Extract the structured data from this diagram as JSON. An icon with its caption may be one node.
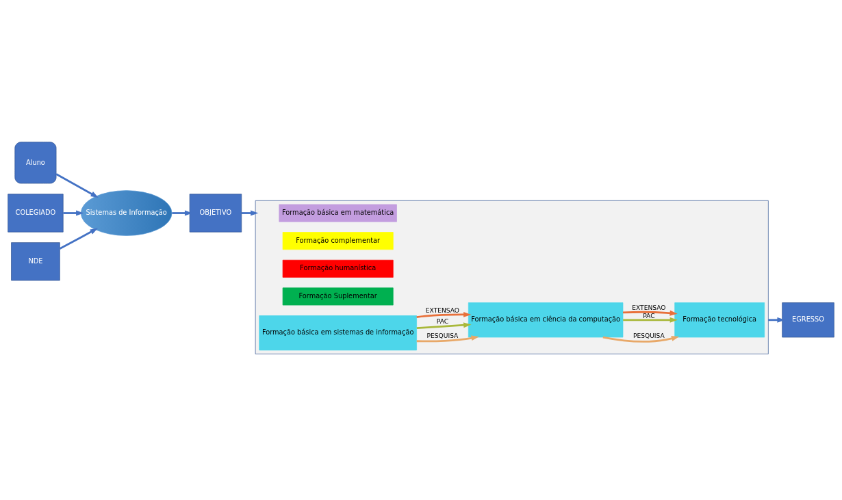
{
  "diagram": {
    "nodes": [
      {
        "text": [
          "Aluno"
        ]
      },
      {
        "text": [
          "Sistemas de Informação"
        ]
      },
      {
        "text": [
          "COLEGIADO"
        ]
      },
      {
        "text": [
          "NDE"
        ]
      },
      {
        "text": [
          "OBJETIVO"
        ]
      },
      {
        "text": [],
        "shape": "box"
      },
      {
        "text": [
          "Formação básica em matemática"
        ],
        "in": 5
      },
      {
        "text": [
          "Formação complementar"
        ],
        "in": 5
      },
      {
        "text": [
          "Formação humanística"
        ],
        "in": 5
      },
      {
        "text": [
          "Formação Suplementar"
        ],
        "in": 5
      },
      {
        "text": [
          "Formação básica em sistemas de informação"
        ],
        "in": 5
      },
      {
        "text": [
          "Formação básica em ciência da computação"
        ],
        "in": 5
      },
      {
        "text": [
          "Formação tecnológica"
        ],
        "in": 5
      },
      {
        "text": [
          "EGRESSO"
        ]
      }
    ],
    "edges": [
      {
        "from": 0,
        "to": 1,
        "arrow": "to"
      },
      {
        "from": 2,
        "to": 1,
        "arrow": "to"
      },
      {
        "from": 3,
        "to": 1,
        "arrow": "to"
      },
      {
        "from": 1,
        "to": 4,
        "arrow": "to"
      },
      {
        "from": 4,
        "to": 5,
        "arrow": "to"
      },
      {
        "from": 5,
        "to": 13,
        "arrow": "to"
      },
      {
        "from": 10,
        "to": 11,
        "arrow": "to",
        "label": "PESQUISA",
        "color": "#e8a868"
      },
      {
        "from": 10,
        "to": 11,
        "arrow": "to",
        "label": "PAC",
        "color": "#a9b83a"
      },
      {
        "from": 10,
        "to": 11,
        "arrow": "to",
        "label": "EXTENSAO",
        "color": "#e8703a"
      },
      {
        "from": 11,
        "to": 12,
        "arrow": "to",
        "label": "PESQUISA",
        "color": "#e8a868"
      },
      {
        "from": 11,
        "to": 12,
        "arrow": "to",
        "label": "PAC",
        "color": "#a9b83a"
      },
      {
        "from": 11,
        "to": 12,
        "arrow": "to",
        "label": "EXTENSAO",
        "color": "#e8703a"
      }
    ]
  }
}
